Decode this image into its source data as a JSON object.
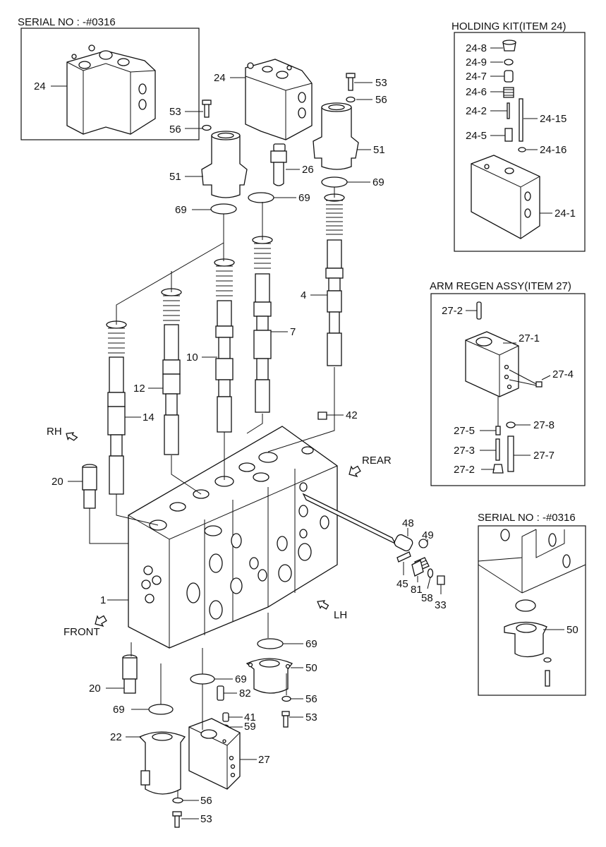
{
  "titles": {
    "serial_top": "SERIAL NO : -#0316",
    "holding_kit": "HOLDING KIT(ITEM 24)",
    "arm_regen": "ARM REGEN ASSY(ITEM 27)",
    "serial_right": "SERIAL NO : -#0316"
  },
  "directions": {
    "rh": "RH",
    "rear": "REAR",
    "front": "FRONT",
    "lh": "LH"
  },
  "labels": {
    "top_24": "24",
    "main_24": "24",
    "l53_a": "53",
    "l56_a": "56",
    "l51_a": "51",
    "l69_a": "69",
    "l69_b": "69",
    "l53_b": "53",
    "l56_b": "56",
    "l51_b": "51",
    "l26": "26",
    "l69_c": "69",
    "l4": "4",
    "l7": "7",
    "l10": "10",
    "l12": "12",
    "l14": "14",
    "l20_a": "20",
    "l42": "42",
    "l1": "1",
    "l48": "48",
    "l49": "49",
    "l45": "45",
    "l81": "81",
    "l58": "58",
    "l33": "33",
    "l69_d": "69",
    "l50": "50",
    "l69_e": "69",
    "l20_b": "20",
    "l82": "82",
    "l56_c": "56",
    "l69_f": "69",
    "l41": "41",
    "l53_c": "53",
    "l59": "59",
    "l22": "22",
    "l27": "27",
    "l56_d": "56",
    "l53_d": "53",
    "hk_24_8": "24-8",
    "hk_24_9": "24-9",
    "hk_24_7": "24-7",
    "hk_24_6": "24-6",
    "hk_24_2": "24-2",
    "hk_24_15": "24-15",
    "hk_24_5": "24-5",
    "hk_24_16": "24-16",
    "hk_24_1": "24-1",
    "ar_27_2a": "27-2",
    "ar_27_1": "27-1",
    "ar_27_4": "27-4",
    "ar_27_5": "27-5",
    "ar_27_8": "27-8",
    "ar_27_3": "27-3",
    "ar_27_7": "27-7",
    "ar_27_2b": "27-2",
    "sr_50": "50"
  }
}
